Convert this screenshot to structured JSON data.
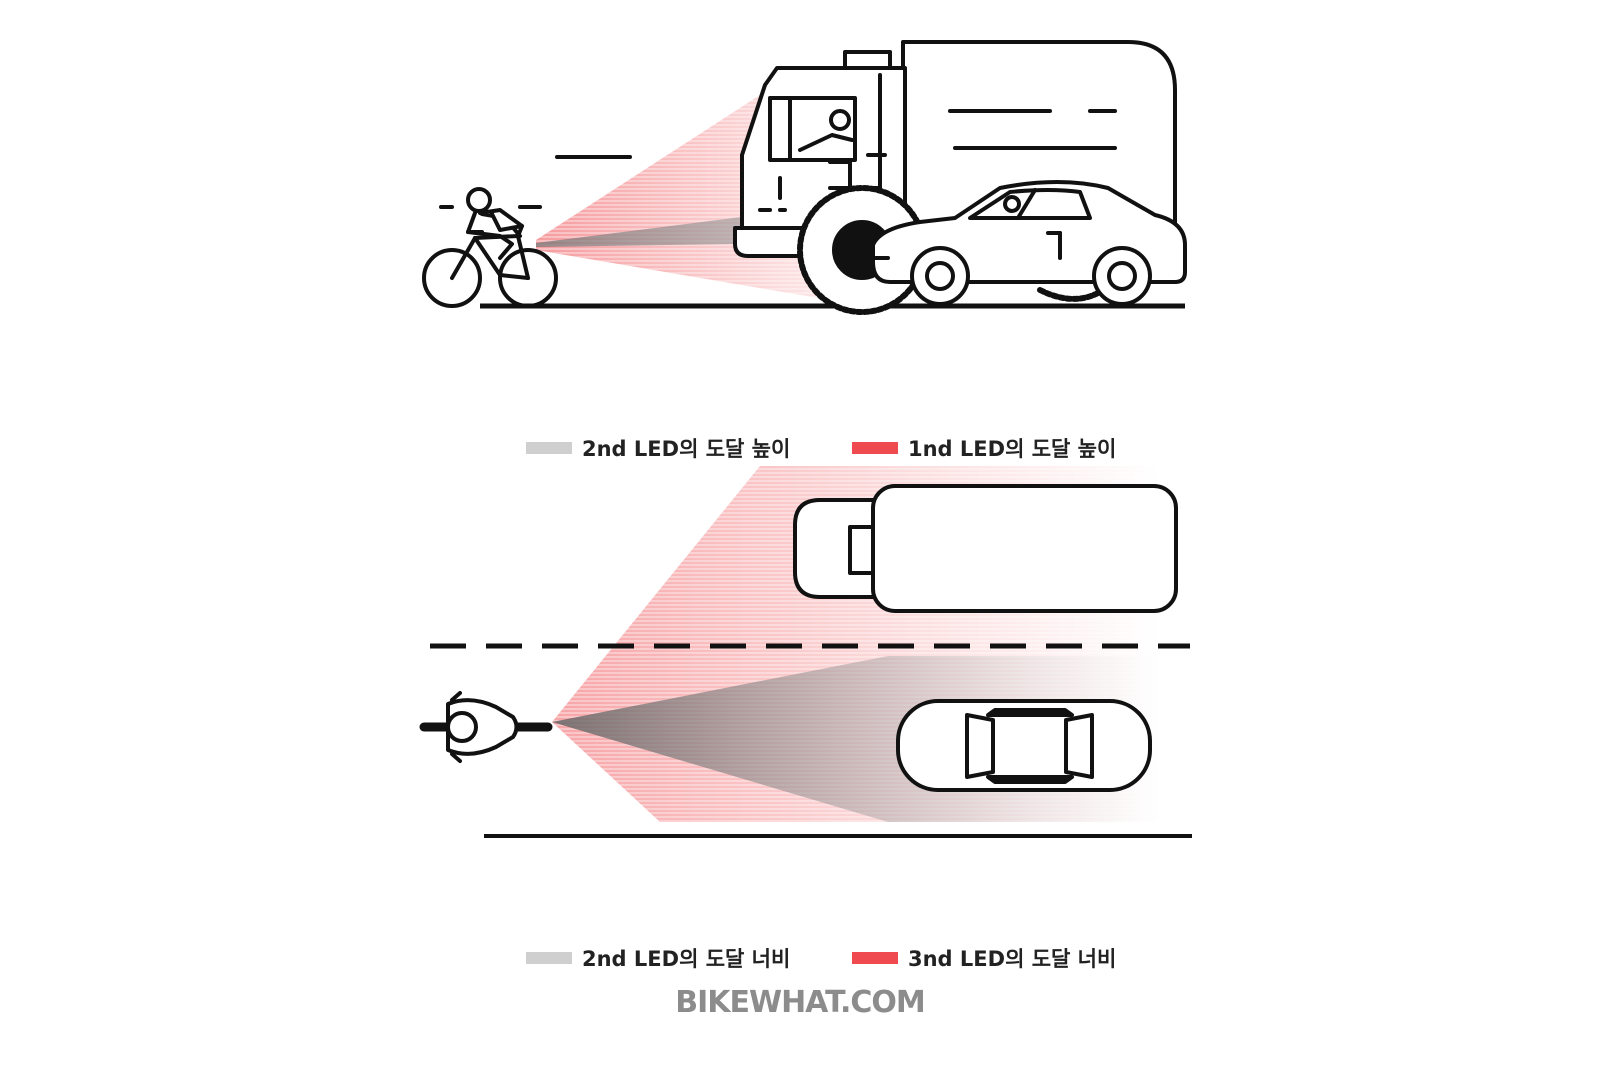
{
  "colors": {
    "gray_beam": "#cfcfcf",
    "red_beam": "#ef4a4f",
    "outline": "#111111",
    "watermark": "#8c8c8c"
  },
  "top_legend": [
    {
      "label": "2nd LED의 도달 높이",
      "swatch": "gray"
    },
    {
      "label": "1nd LED의 도달 높이",
      "swatch": "red"
    }
  ],
  "bottom_legend": [
    {
      "label": "2nd LED의  도달 너비",
      "swatch": "gray"
    },
    {
      "label": "3nd LED의 도달 너비",
      "swatch": "red"
    }
  ],
  "watermark": "BIKEWHAT.COM",
  "icons": [
    "cyclist-side-icon",
    "truck-side-icon",
    "car-side-icon",
    "cyclist-top-icon",
    "truck-top-icon",
    "car-top-icon"
  ]
}
